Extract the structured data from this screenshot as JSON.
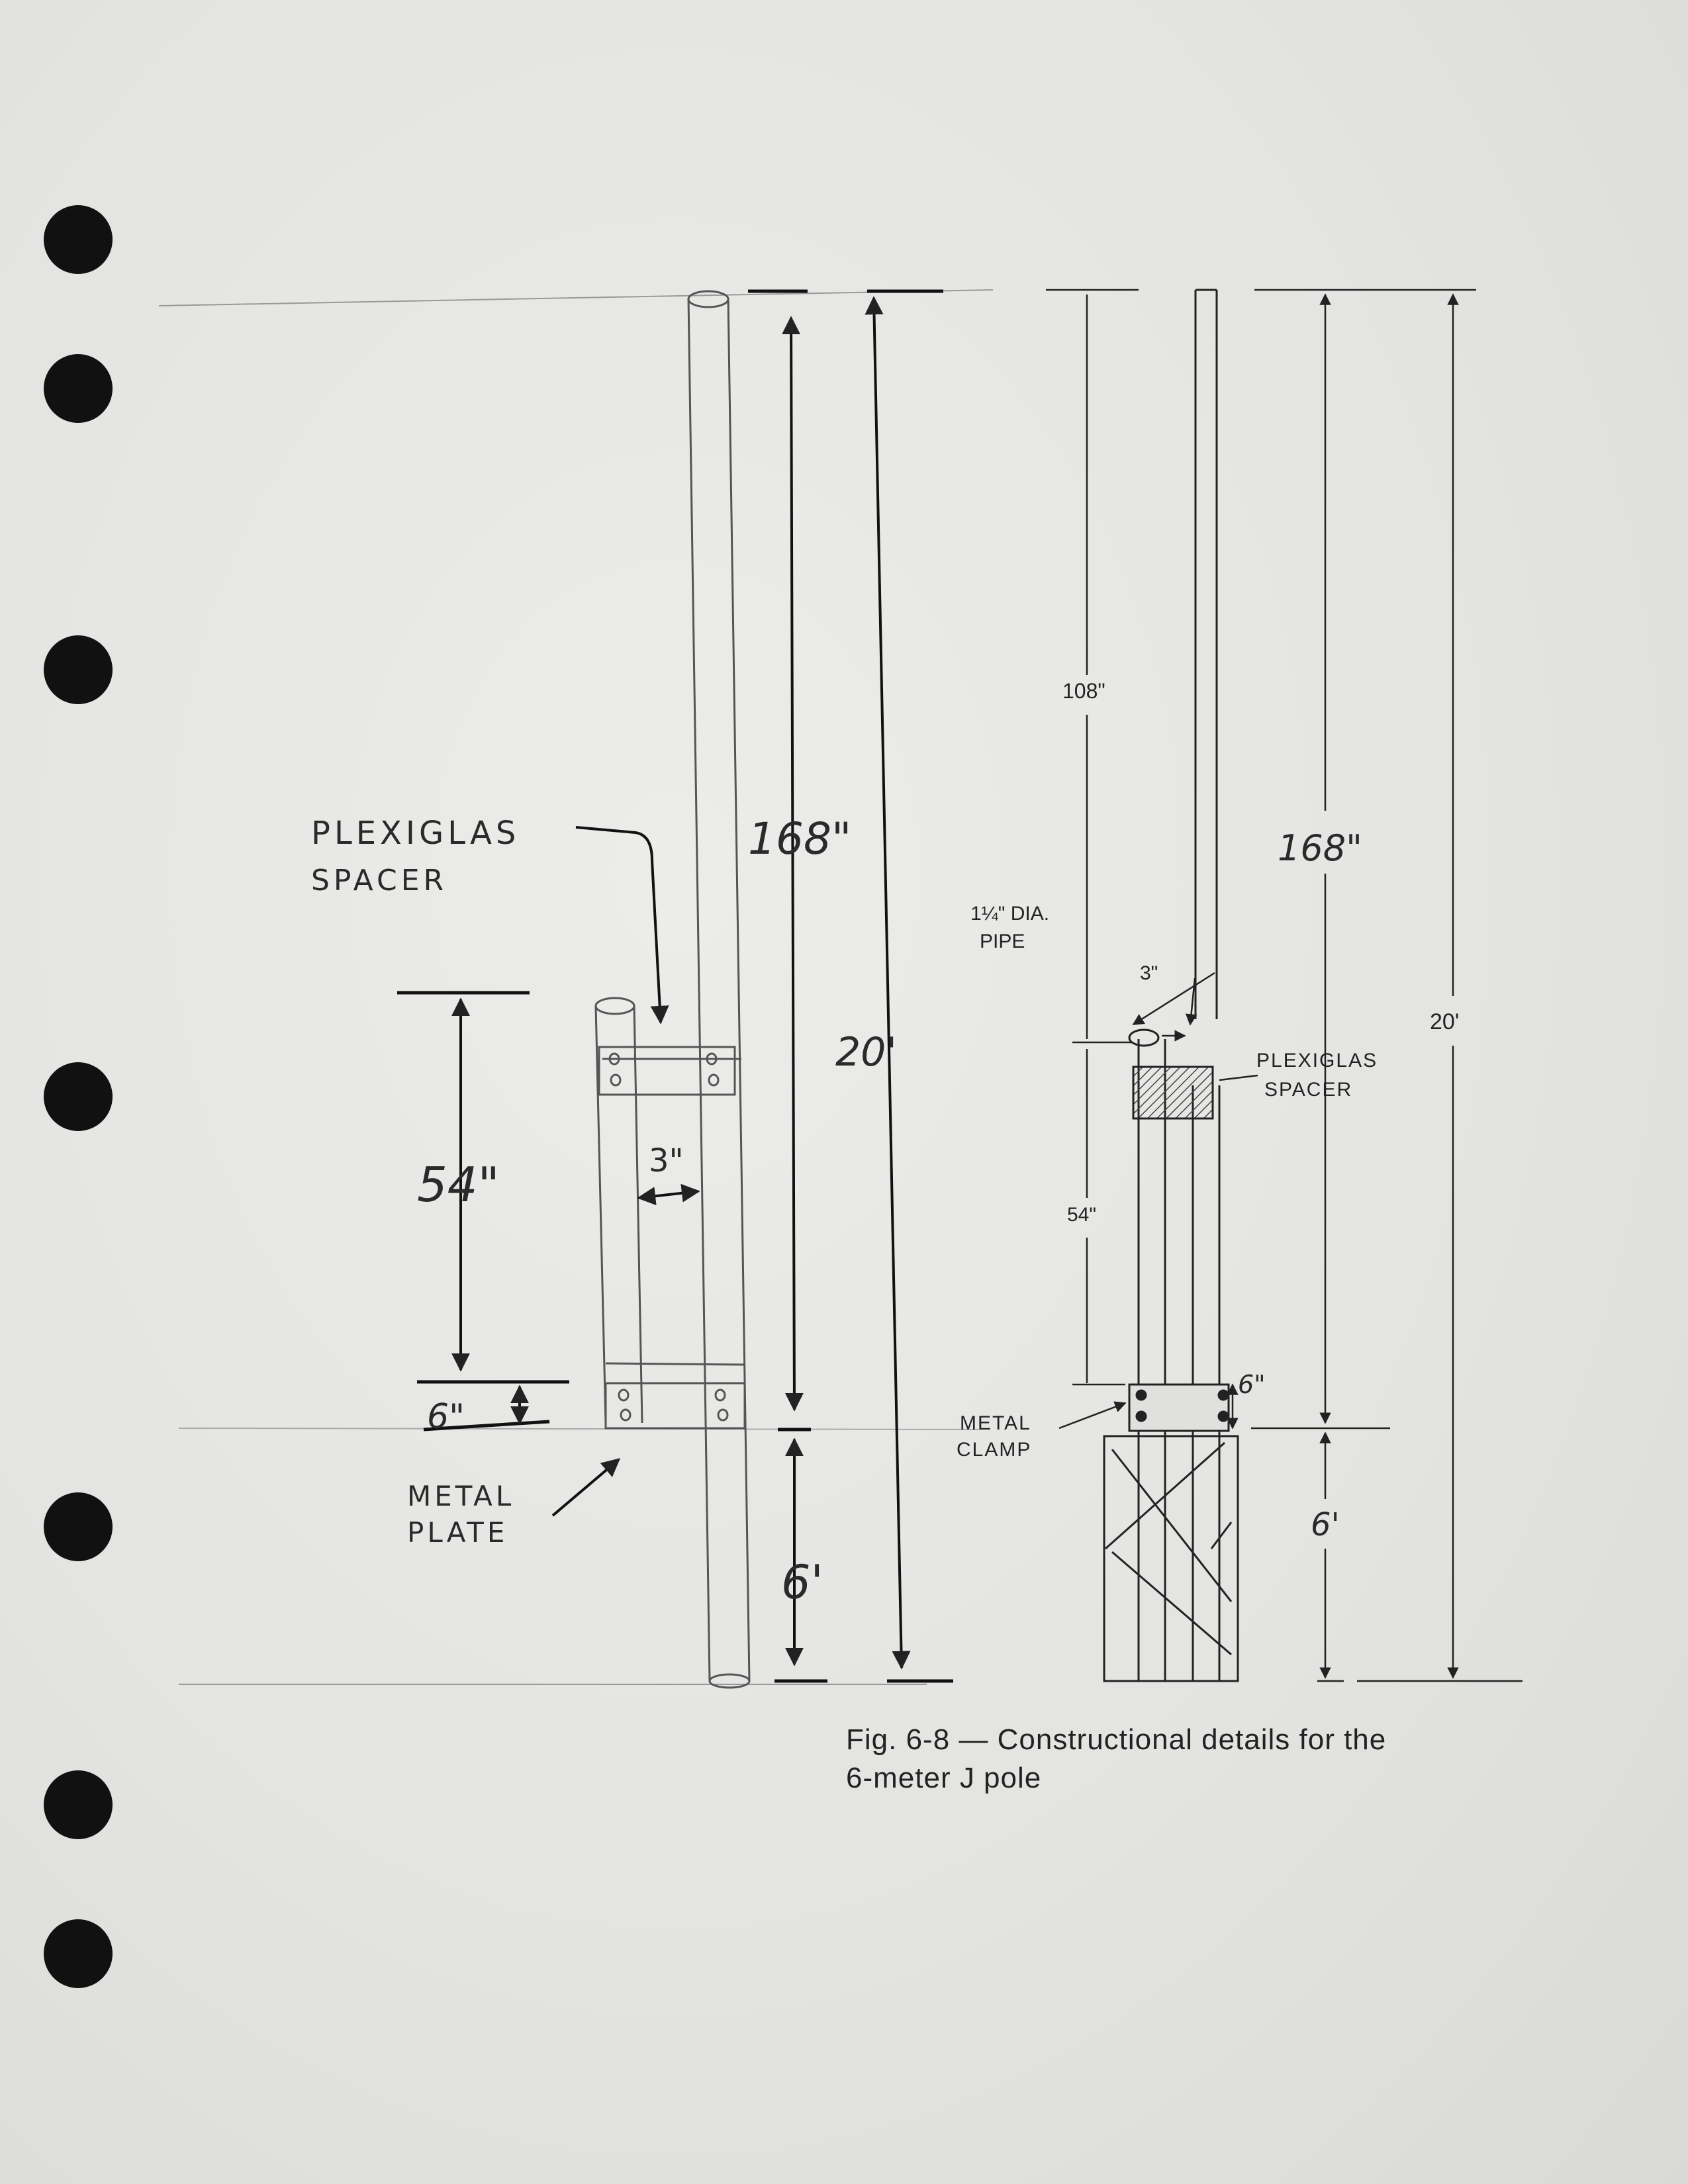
{
  "sketch": {
    "spacer_label_line1": "PLEXIGLAS",
    "spacer_label_line2": "SPACER",
    "dim_168": "168\"",
    "dim_20": "20'",
    "dim_54": "54\"",
    "dim_3": "3\"",
    "dim_6in": "6\"",
    "dim_6ft": "6'",
    "plate_label_line1": "METAL",
    "plate_label_line2": "PLATE"
  },
  "drawing": {
    "dim_108": "108\"",
    "dim_168": "168\"",
    "dim_20": "20'",
    "pipe_label_line1": "1¼\" DIA.",
    "pipe_label_line2": "PIPE",
    "dim_3": "3\"",
    "spacer_label_line1": "PLEXIGLAS",
    "spacer_label_line2": "SPACER",
    "dim_54": "54\"",
    "dim_6in": "6\"",
    "clamp_label_line1": "METAL",
    "clamp_label_line2": "CLAMP",
    "dim_6ft": "6'"
  },
  "caption": {
    "line1": "Fig. 6-8 — Constructional details for the",
    "line2": "6-meter J pole"
  }
}
